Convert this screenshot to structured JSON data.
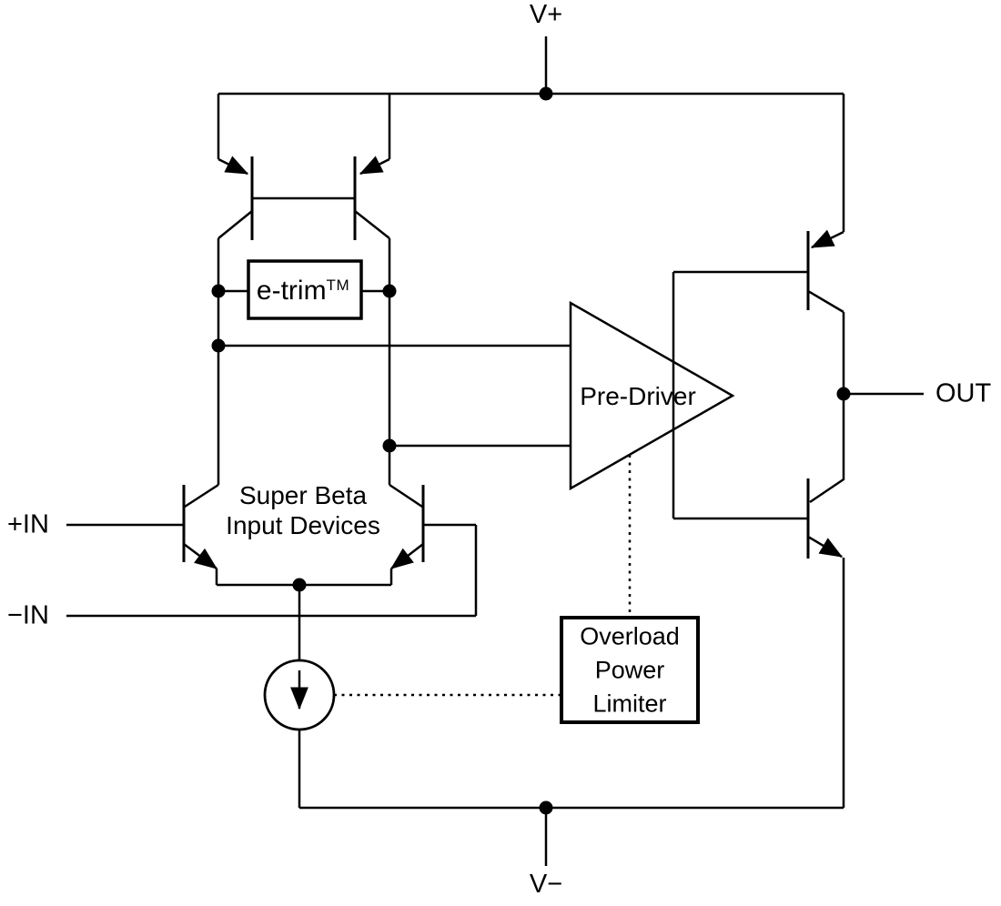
{
  "labels": {
    "v_plus": "V+",
    "v_minus": "V−",
    "in_positive": "+IN",
    "in_negative": "−IN",
    "out": "OUT"
  },
  "blocks": {
    "e_trim": {
      "name": "e-trim",
      "trademark": "TM"
    },
    "pre_driver": {
      "label": "Pre-Driver"
    },
    "super_beta": {
      "line1": "Super Beta",
      "line2": "Input Devices"
    },
    "overload_power_limiter": {
      "line1": "Overload",
      "line2": "Power",
      "line3": "Limiter"
    }
  },
  "colors": {
    "line": "#000000",
    "background": "#ffffff",
    "text": "#000000"
  }
}
